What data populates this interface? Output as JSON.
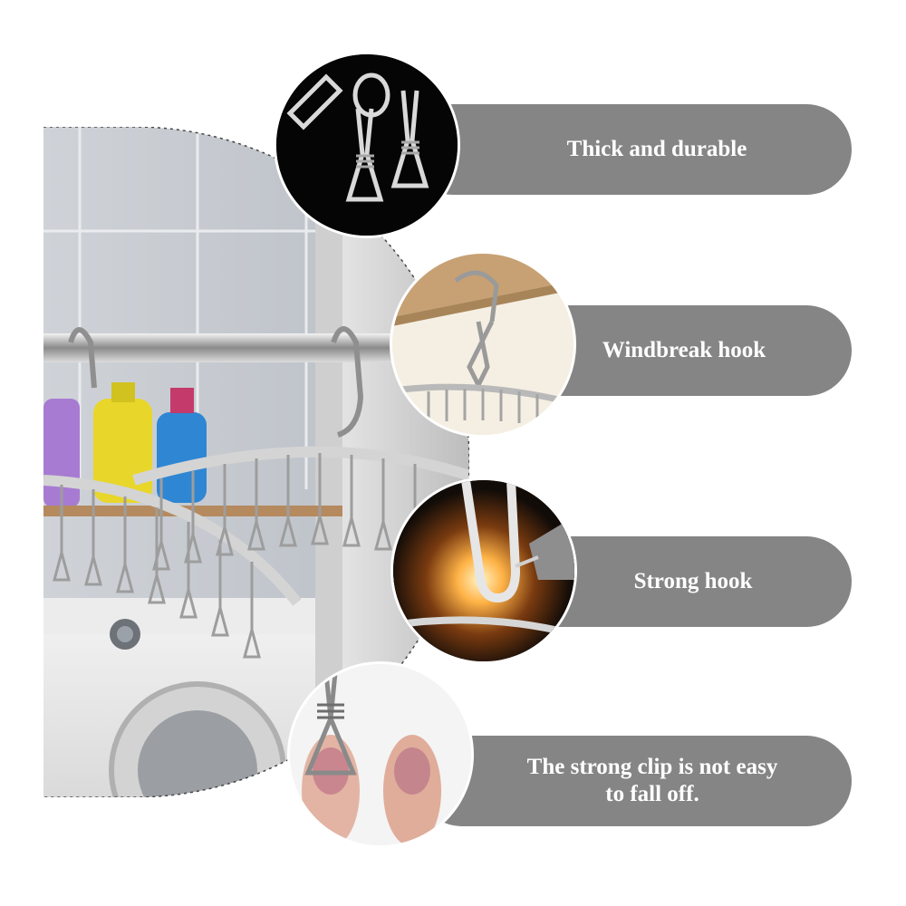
{
  "features": [
    {
      "label": "Thick and durable",
      "icon": "clothespin-chain-icon"
    },
    {
      "label": "Windbreak hook",
      "icon": "hook-icon"
    },
    {
      "label": "Strong hook",
      "icon": "welding-hook-icon"
    },
    {
      "label": "The strong clip is not easy to fall off.",
      "icon": "clip-finger-icon"
    }
  ],
  "colors": {
    "pill": "#858585",
    "pill_text": "#ffffff",
    "background": "#ffffff"
  }
}
